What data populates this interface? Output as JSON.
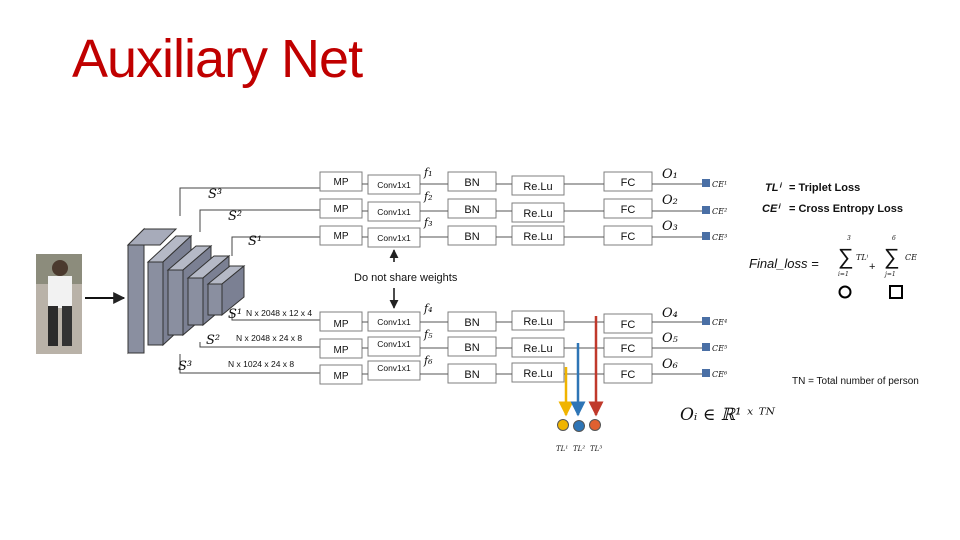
{
  "title": "Auxiliary Net",
  "stage_labels": [
    "S³",
    "S²",
    "S¹",
    "S¹",
    "S²",
    "S³"
  ],
  "dims": [
    "N x 2048 x 12 x 4",
    "N x 2048 x 24 x 8",
    "N x 1024 x 24 x 8"
  ],
  "upper_rows": [
    {
      "mp": "MP",
      "conv": "Conv1x1",
      "f": "f₁",
      "bn": "BN",
      "relu": "Re.Lu",
      "fc": "FC",
      "o": "O₁",
      "ce": "CE¹"
    },
    {
      "mp": "MP",
      "conv": "Conv1x1",
      "f": "f₂",
      "bn": "BN",
      "relu": "Re.Lu",
      "fc": "FC",
      "o": "O₂",
      "ce": "CE²"
    },
    {
      "mp": "MP",
      "conv": "Conv1x1",
      "f": "f₃",
      "bn": "BN",
      "relu": "Re.Lu",
      "fc": "FC",
      "o": "O₃",
      "ce": "CE³"
    }
  ],
  "lower_rows": [
    {
      "mp": "MP",
      "conv": "Conv1x1",
      "f": "f₄",
      "bn": "BN",
      "relu": "Re.Lu",
      "fc": "FC",
      "o": "O₄",
      "ce": "CE⁴"
    },
    {
      "mp": "MP",
      "conv": "Conv1x1",
      "f": "f₅",
      "bn": "BN",
      "relu": "Re.Lu",
      "fc": "FC",
      "o": "O₅",
      "ce": "CE⁵"
    },
    {
      "mp": "MP",
      "conv": "Conv1x1",
      "f": "f₆",
      "bn": "BN",
      "relu": "Re.Lu",
      "fc": "FC",
      "o": "O₆",
      "ce": "CE⁶"
    }
  ],
  "share_note": "Do not share weights",
  "legend": {
    "tl_sym": "TLⁱ",
    "tl_text": "= Triplet Loss",
    "ce_sym": "CEⁱ",
    "ce_text": "= Cross Entropy Loss"
  },
  "final_loss": {
    "label": "Final_loss =",
    "sum1_top": "3",
    "sum1_bottom": "i=1",
    "sum1_term": "TLⁱ",
    "plus": "+",
    "sum2_top": "6",
    "sum2_bottom": "j=1",
    "sum2_term": "CE"
  },
  "tn_note": "TN = Total number of person",
  "output_formula": "Oᵢ ∈ ℝ¹ ˣ ᵀᴺ",
  "triplet_labels": [
    "TL¹",
    "TL²",
    "TL³"
  ],
  "colors": {
    "title": "#c00000",
    "ce_box": "#4a6fa5",
    "triplet": [
      "#f0b400",
      "#2e75b6",
      "#c0392b"
    ],
    "cube": "#8a8fa0"
  }
}
